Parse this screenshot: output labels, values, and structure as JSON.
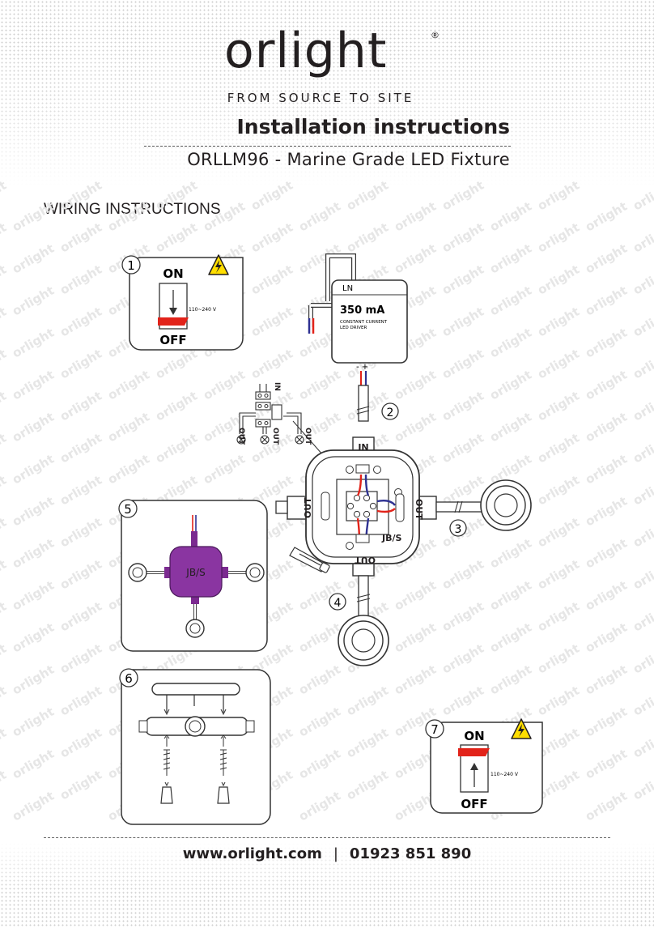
{
  "header": {
    "logo_text": "orlight",
    "registered_mark": "®",
    "tagline": "FROM SOURCE TO SITE",
    "title": "Installation instructions",
    "subtitle": "ORLLM96 - Marine Grade LED Fixture"
  },
  "section": {
    "heading": "WIRING INSTRUCTIONS"
  },
  "watermark_text": "orlight",
  "steps": {
    "step1": {
      "number": "1",
      "on_label": "ON",
      "off_label": "OFF",
      "voltage": "110~240 V",
      "icon": "electrical-hazard-icon"
    },
    "step2": {
      "number": "2",
      "driver_terminals": "LN",
      "driver_current": "350 mA",
      "driver_line1": "CONSTANT CURRENT",
      "driver_line2": "LED DRIVER",
      "polarity": "-  +"
    },
    "step3": {
      "number": "3"
    },
    "step4": {
      "number": "4"
    },
    "step5": {
      "number": "5",
      "box_label": "JB/S"
    },
    "step6": {
      "number": "6"
    },
    "step7": {
      "number": "7",
      "on_label": "ON",
      "off_label": "OFF",
      "voltage": "110~240 V",
      "icon": "electrical-hazard-icon"
    }
  },
  "junction_box": {
    "in_label": "IN",
    "out_left": "OUT",
    "out_right": "OUT",
    "out_bottom": "OUT",
    "model": "JB/S"
  },
  "inset": {
    "in_label": "IN",
    "out_labels": [
      "OUT",
      "OUT",
      "OUT"
    ]
  },
  "colors": {
    "red": "#e2231a",
    "blue": "#2e3192",
    "purple": "#7b2a90",
    "hazard_yellow": "#ffde00",
    "ink": "#231f20"
  },
  "footer": {
    "website": "www.orlight.com",
    "separator": "|",
    "phone": "01923 851 890"
  }
}
